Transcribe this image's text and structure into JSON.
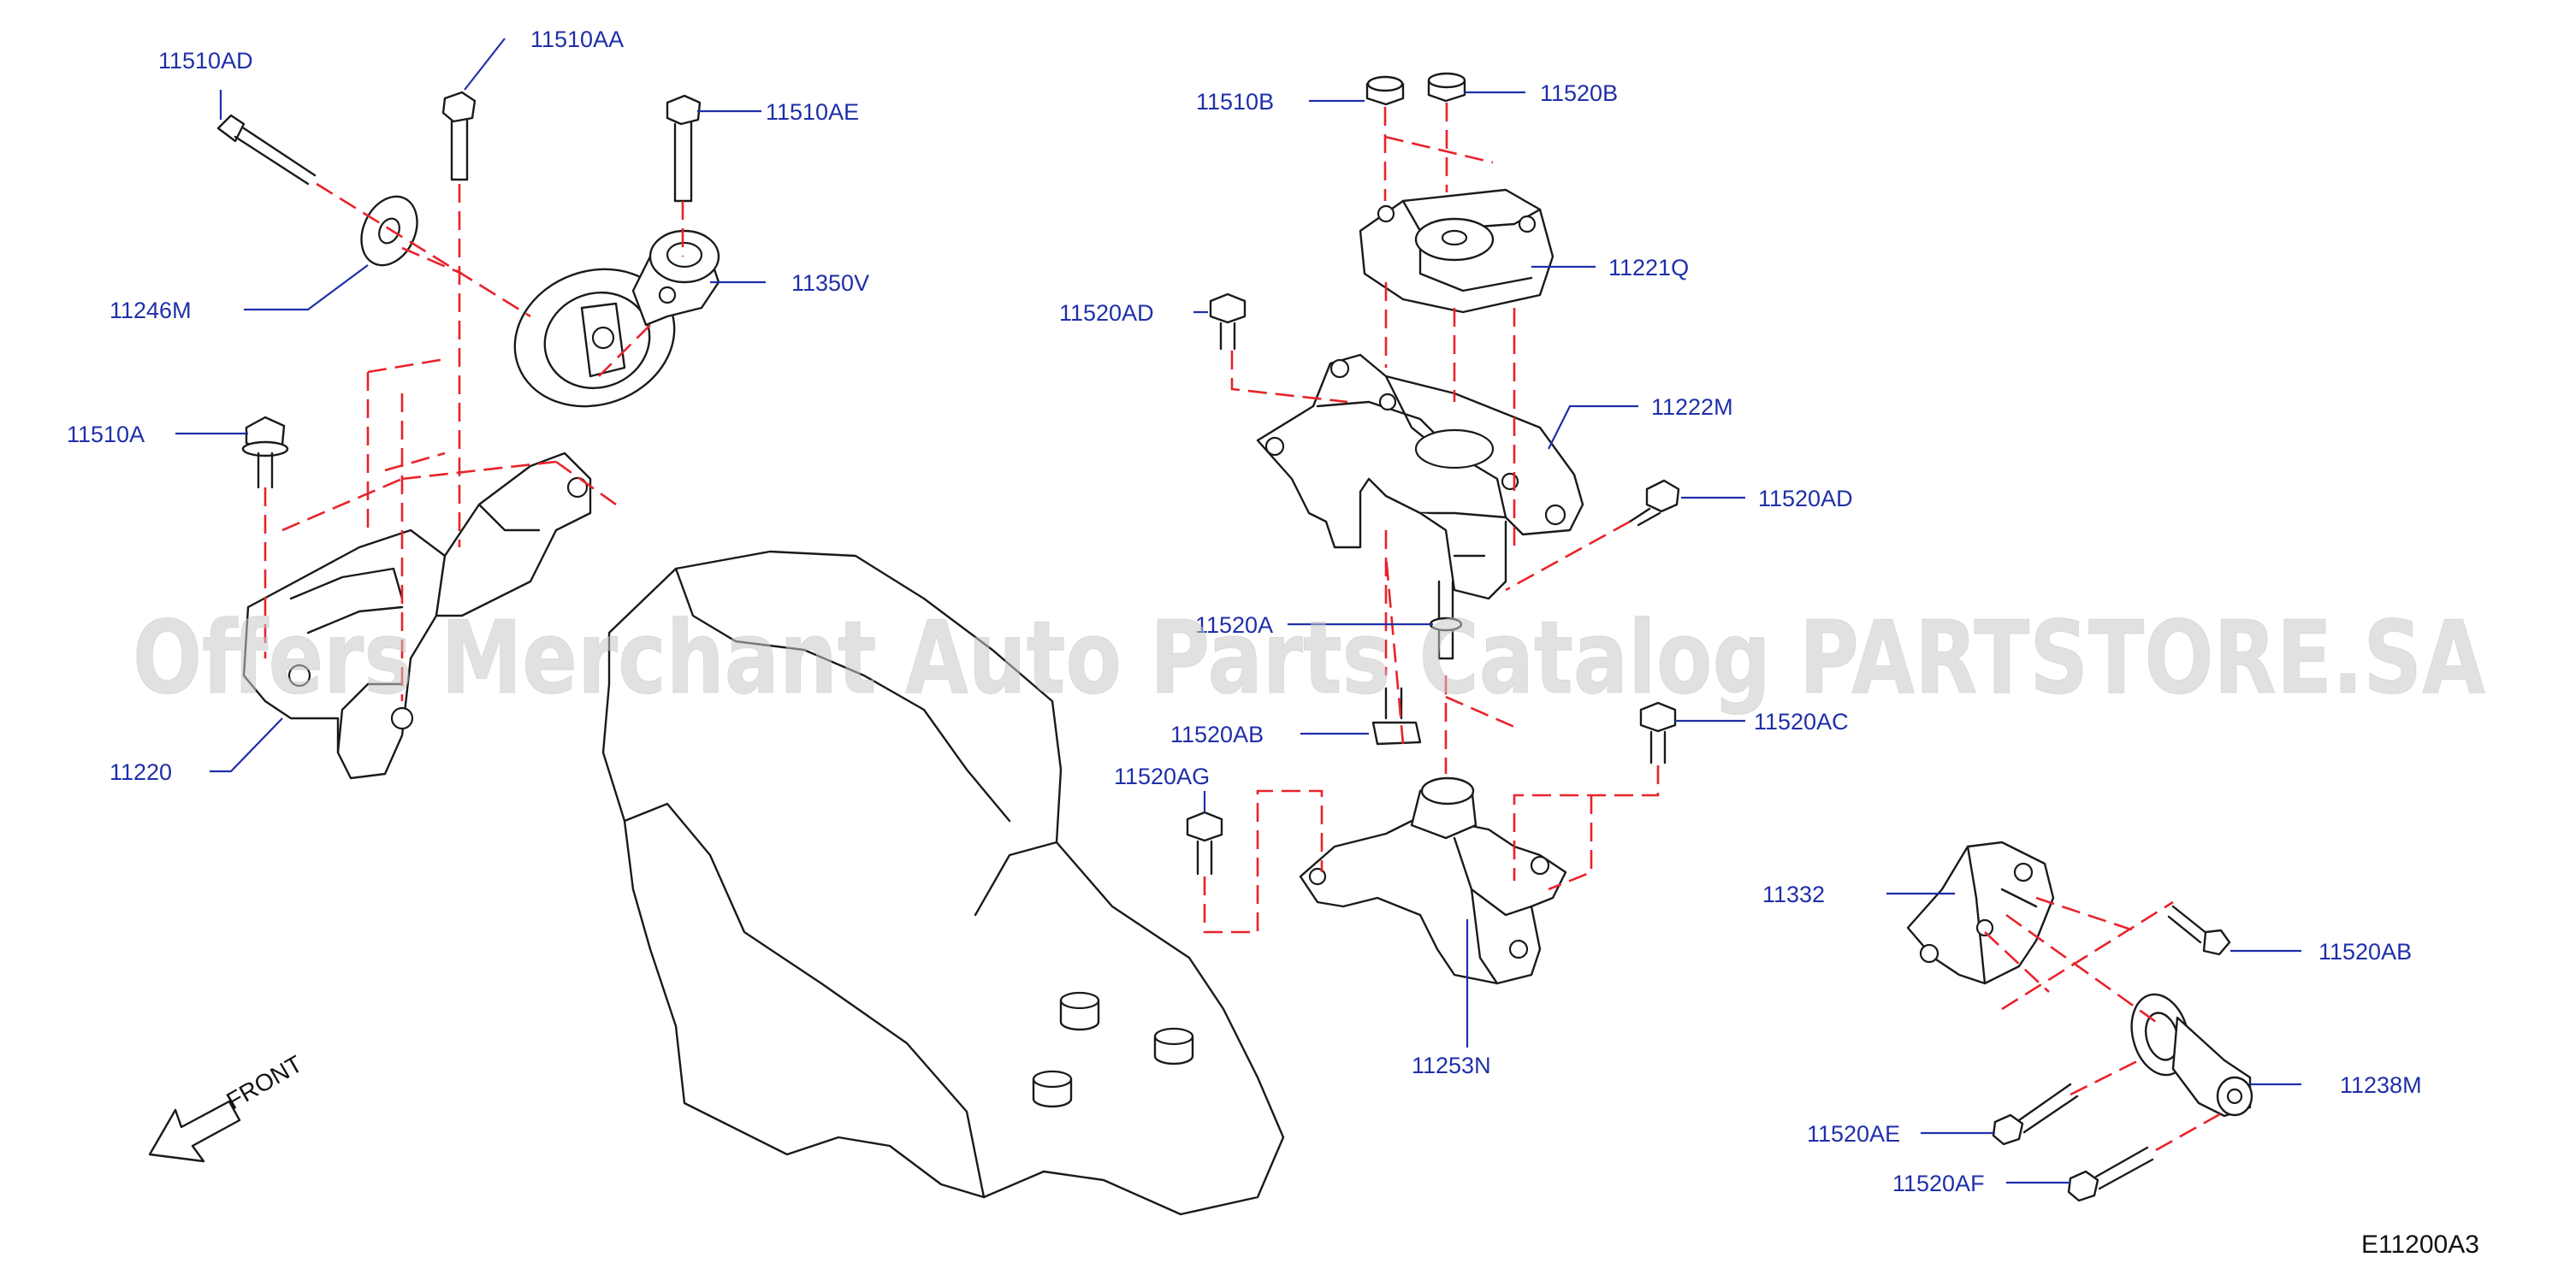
{
  "watermark": "Offers Merchant Auto Parts Catalog PARTSTORE.SA",
  "diagram_code": "E11200A3",
  "front_label": "FRONT",
  "callouts": {
    "c_11510AD": "11510AD",
    "c_11510AA": "11510AA",
    "c_11510AE": "11510AE",
    "c_11246M": "11246M",
    "c_11350V": "11350V",
    "c_11510A": "11510A",
    "c_11220": "11220",
    "c_11510B": "11510B",
    "c_11520B": "11520B",
    "c_11221Q": "11221Q",
    "c_11520AD_top": "11520AD",
    "c_11222M": "11222M",
    "c_11520AD_side": "11520AD",
    "c_11520A": "11520A",
    "c_11520AB_center": "11520AB",
    "c_11520AC": "11520AC",
    "c_11520AG": "11520AG",
    "c_11253N": "11253N",
    "c_11332": "11332",
    "c_11520AB_right": "11520AB",
    "c_11238M": "11238M",
    "c_11520AE_right": "11520AE",
    "c_11520AF": "11520AF"
  }
}
